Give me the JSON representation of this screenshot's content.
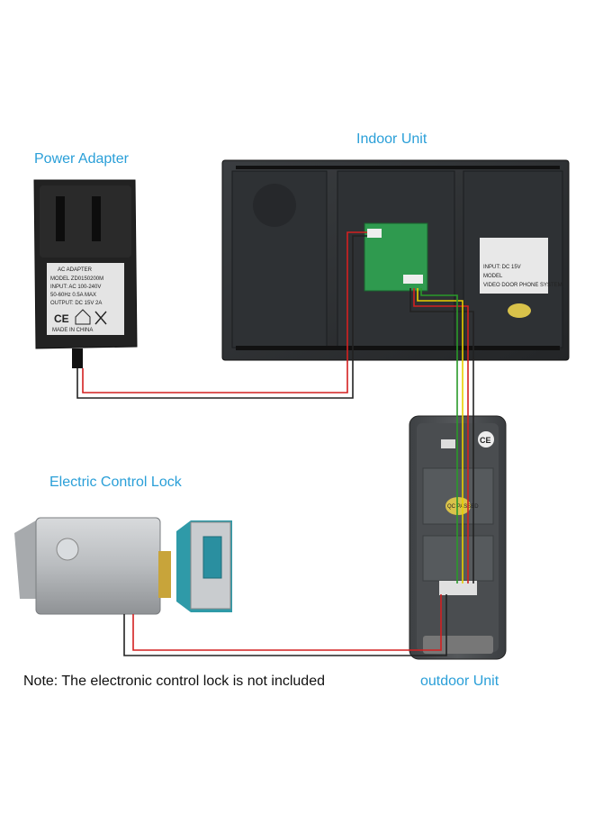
{
  "labels": {
    "power_adapter": "Power Adapter",
    "indoor_unit": "Indoor Unit",
    "electric_control_lock": "Electric Control Lock",
    "outdoor_unit": "outdoor Unit",
    "note": "Note:  The electronic control lock is not included"
  },
  "adapter_text": {
    "title": "AC ADAPTER",
    "model": "MODEL ZD0150200M",
    "input": "INPUT: AC 100-240V",
    "freq": "50-60Hz 0.5A MAX",
    "output": "OUTPUT: DC 15V 2A",
    "made_in": "MADE IN CHINA"
  },
  "indoor_sticker": {
    "line1": "VIDEO DOOR PHONE SYSTEM",
    "line2": "MODEL",
    "line3": "INPUT: DC 15V"
  },
  "outdoor_sticker": "QC PASSED",
  "colors": {
    "label_blue": "#2a9fd8",
    "wire_red": "#d42020",
    "wire_black": "#222222",
    "wire_yellow": "#e8d000",
    "wire_green": "#2a9a2a",
    "wire_white": "#cccccc"
  }
}
